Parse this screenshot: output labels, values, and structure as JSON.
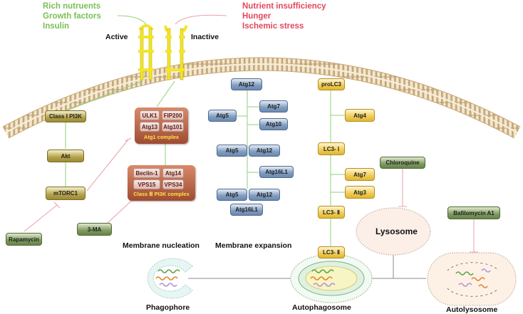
{
  "signals": {
    "active": [
      "Rich nutruents",
      "Growth factors",
      "Insulin"
    ],
    "inactive": [
      "Nutrient insufficiency",
      "Hunger",
      "Ischemic stress"
    ]
  },
  "receptor_states": {
    "active": "Active",
    "inactive": "Inactive"
  },
  "pi3k_pathway": {
    "class1": "Class Ⅰ PI3K",
    "akt": "Akt",
    "mtorc1": "mTORC1",
    "rapamycin": "Rapamycin",
    "three_ma": "3-MA"
  },
  "atg1_complex": {
    "items": [
      "ULK1",
      "FIP200",
      "Atg13",
      "Atg101"
    ],
    "name": "Atg1 complex"
  },
  "class3_complex": {
    "items": [
      "Beclin-1",
      "Atg14",
      "VPS15",
      "VPS34"
    ],
    "name": "Class Ⅲ PI3K complex"
  },
  "atg_blue": {
    "atg12_top": "Atg12",
    "atg7": "Atg7",
    "atg5_a": "Atg5",
    "atg10": "Atg10",
    "atg5_b": "Atg5",
    "atg12_b": "Atg12",
    "atg16l1_a": "Atg16L1",
    "atg5_c": "Atg5",
    "atg12_c": "Atg12",
    "atg16l1_b": "Atg16L1"
  },
  "lc3": {
    "prolc3": "proLC3",
    "atg4": "Atg4",
    "lc3_1": "LC3- Ⅰ",
    "atg7": "Atg7",
    "atg3": "Atg3",
    "lc3_2a": "LC3- Ⅱ",
    "lc3_2b": "LC3- Ⅱ"
  },
  "inhibitors": {
    "chloroquine": "Chloroquine",
    "bafilomycin": "Bafilomycin A1"
  },
  "stages": {
    "membrane_nucleation": "Membrane nucleation",
    "membrane_expansion": "Membrane expansion",
    "phagophore": "Phagophore",
    "autophagosome": "Autophagosome",
    "lysosome": "Lysosome",
    "autolysosome": "Autolysosome"
  },
  "colors": {
    "active_signal": "#7bbf55",
    "inactive_signal": "#e2475b",
    "membrane": "#c8a877",
    "receptor": "#f2e52a",
    "inhibit_line": "#e8a0a8",
    "activate_line": "#8fd07a"
  }
}
